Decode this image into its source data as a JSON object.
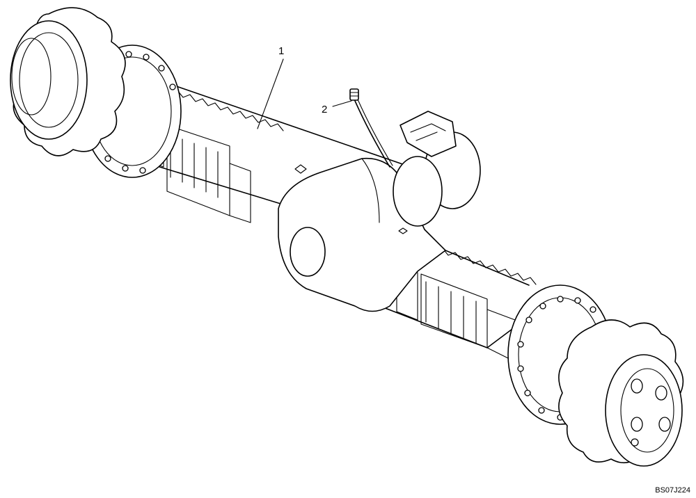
{
  "callouts": [
    {
      "id": "1",
      "text": "1"
    },
    {
      "id": "2",
      "text": "2"
    }
  ],
  "drawing_code": "BS07J224",
  "colors": {
    "line": "#000000",
    "background": "#ffffff"
  }
}
